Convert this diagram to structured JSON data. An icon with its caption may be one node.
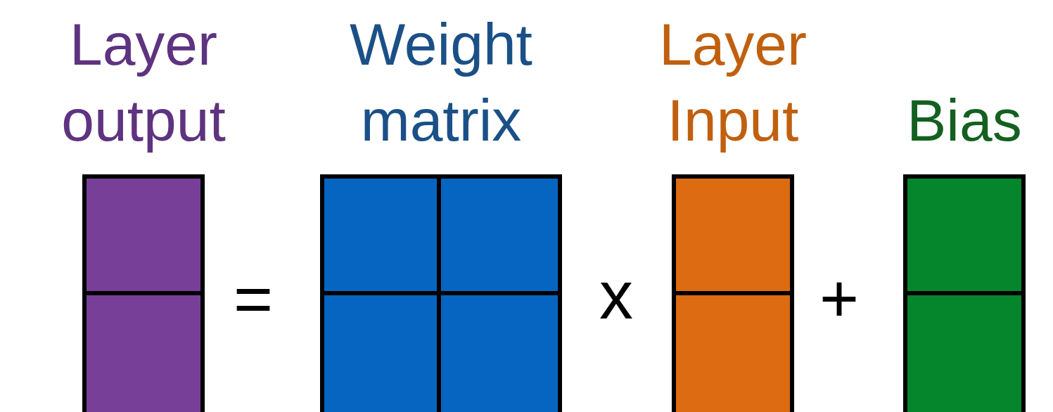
{
  "diagram": {
    "nodes": [
      {
        "text": [
          "Layer output"
        ]
      },
      {
        "text": [
          "Weight matrix"
        ]
      },
      {
        "text": [
          "Layer Input"
        ]
      },
      {
        "text": [
          "Bias"
        ]
      }
    ],
    "labels": [
      "=",
      "x",
      "+"
    ]
  }
}
